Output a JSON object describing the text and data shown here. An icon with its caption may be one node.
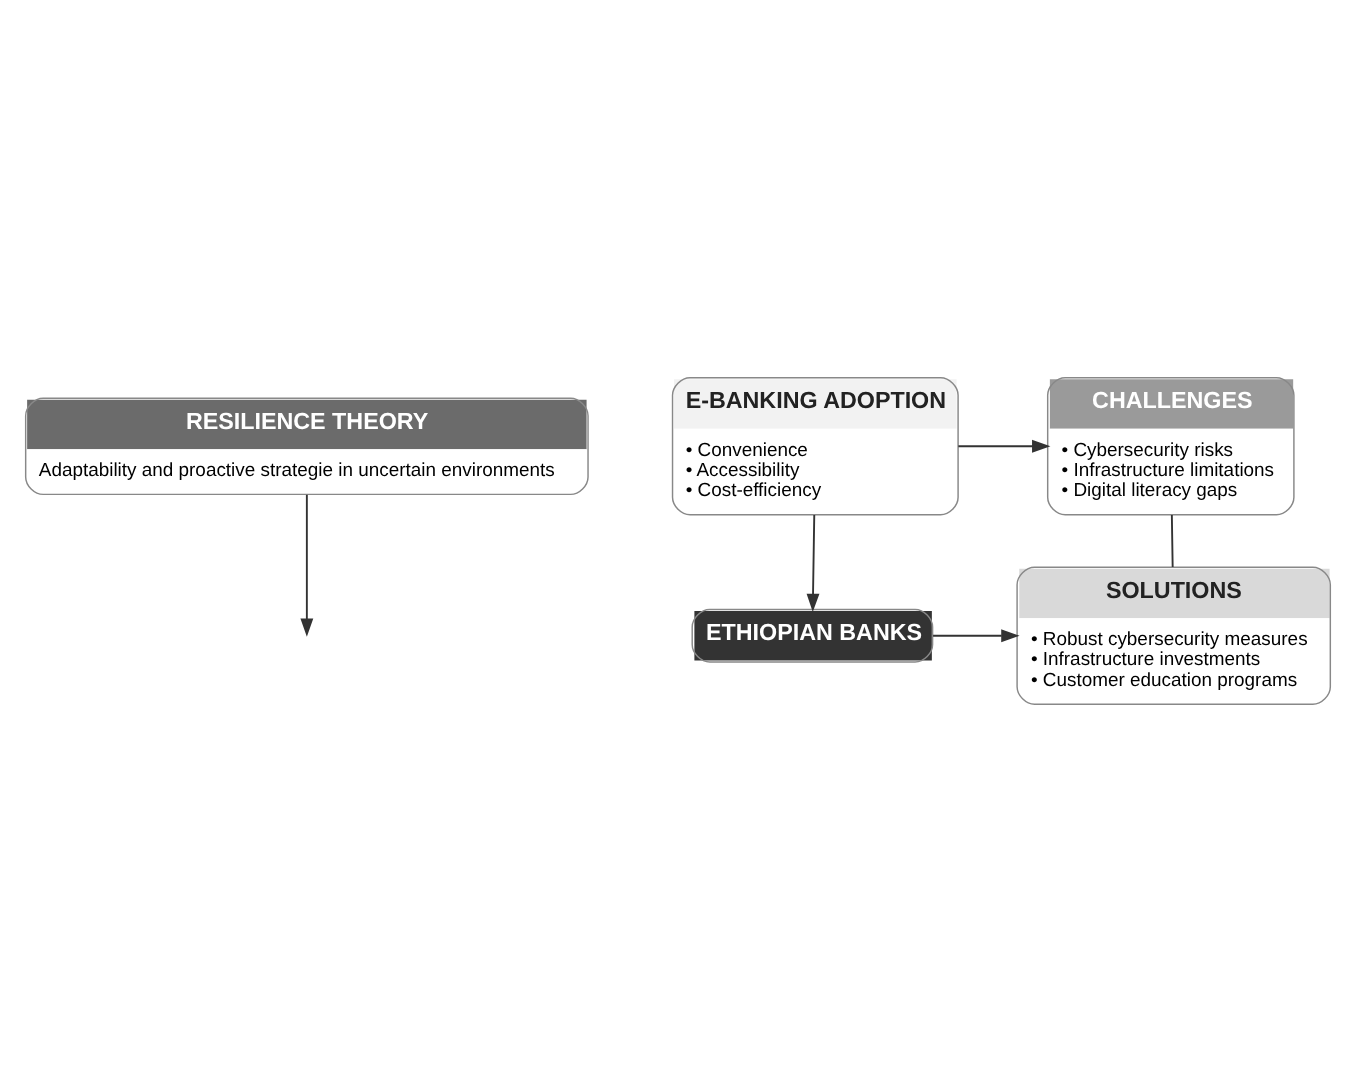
{
  "diagram": {
    "nodes": [
      {
        "text": [
          "RESILIENCE THEORY",
          "Adaptability and proactive strategie in uncertain environments"
        ]
      },
      {
        "text": [
          "E-BANKING ADOPTION",
          "• Convenience",
          "• Accessibility",
          "• Cost-efficiency"
        ]
      },
      {
        "text": [
          "CHALLENGES",
          "• Cybersecurity risks",
          "• Infrastructure limitations",
          "• Digital literacy gaps"
        ]
      },
      {
        "text": [
          "SOLUTIONS",
          "• Robust cybersecurity measures",
          "• Infrastructure investments",
          "• Customer education programs"
        ]
      },
      {
        "text": [
          "ETHIOPIAN BANKS"
        ]
      }
    ],
    "edges": [
      {
        "from": 0,
        "to": null,
        "arrow": "to"
      },
      {
        "from": 1,
        "to": 2,
        "arrow": "to"
      },
      {
        "from": 2,
        "to": 3,
        "arrow": "none"
      },
      {
        "from": 1,
        "to": 4,
        "arrow": "to"
      },
      {
        "from": 4,
        "to": 3,
        "arrow": "to"
      }
    ]
  }
}
